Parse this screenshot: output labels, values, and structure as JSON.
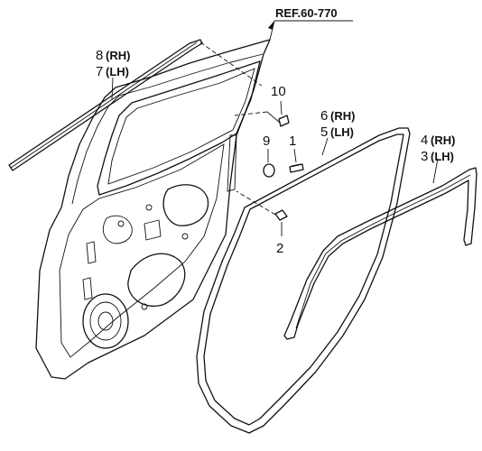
{
  "reference": "REF.60-770",
  "callouts": {
    "c1": "1",
    "c2": "2",
    "c9": "9",
    "c10": "10",
    "c8_num": "8",
    "c8_side": "(RH)",
    "c7_num": "7",
    "c7_side": "(LH)",
    "c6_num": "6",
    "c6_side": "(RH)",
    "c5_num": "5",
    "c5_side": "(LH)",
    "c4_num": "4",
    "c4_side": "(RH)",
    "c3_num": "3",
    "c3_side": "(LH)"
  },
  "icons": {
    "reference_arrow": "arrow-up-icon"
  }
}
